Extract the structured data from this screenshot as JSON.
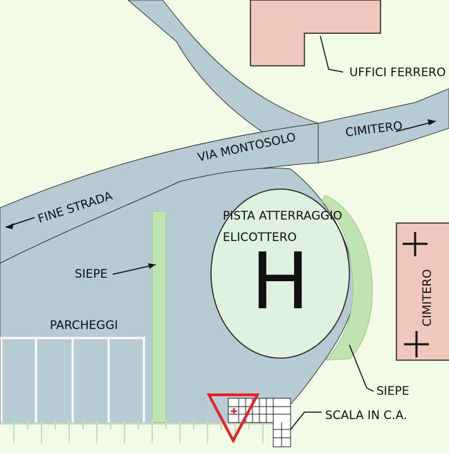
{
  "labels": {
    "uffici_ferrero": "UFFICI FERRERO",
    "cimitero_arrow": "CIMITERO",
    "via_montosolo": "VIA MONTOSOLO",
    "fine_strada": "FINE STRADA",
    "pista_line1": "PISTA ATTERRAGGIO",
    "pista_line2": "ELICOTTERO",
    "helipad_mark": "H",
    "siepe_left": "SIEPE",
    "siepe_right": "SIEPE",
    "parcheggi": "PARCHEGGI",
    "cimitero_building": "CIMITERO",
    "scala": "SCALA IN C.A."
  },
  "colors": {
    "background": "#f1fbe6",
    "road": "#b7cbd4",
    "building": "#efc7bd",
    "hedge": "#bfe3b1",
    "helipad": "#dff1df",
    "warning_triangle": "#e8202a",
    "parking_lines": "#ffffff"
  }
}
